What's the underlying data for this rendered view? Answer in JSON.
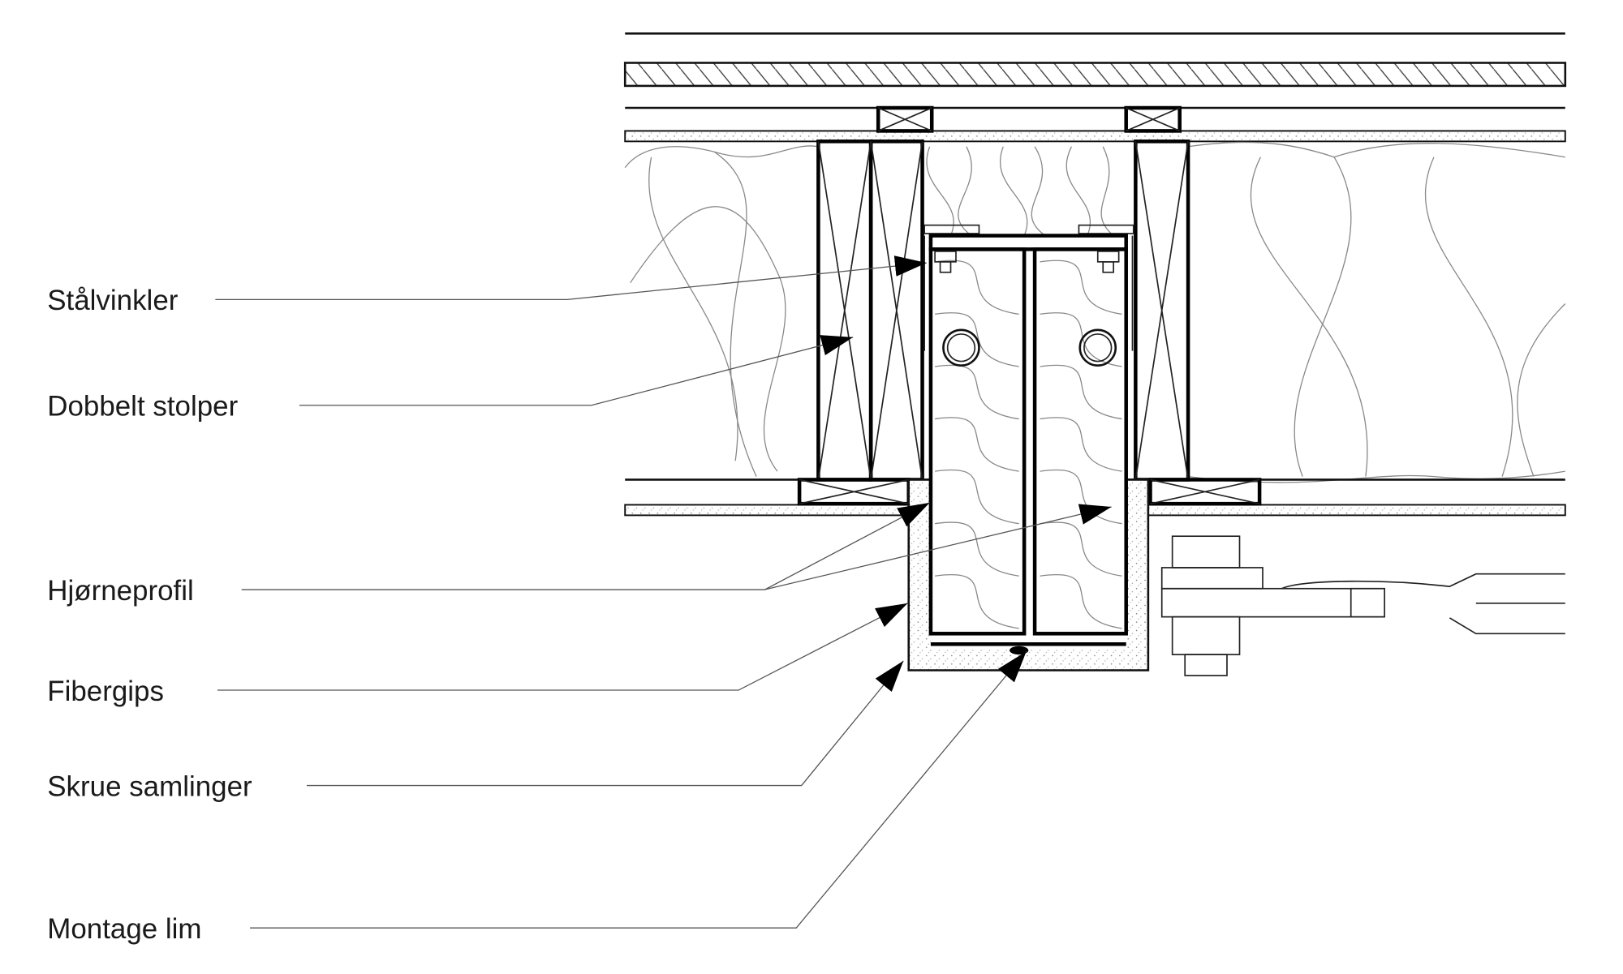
{
  "labels": {
    "stalvinkler": "Stålvinkler",
    "dobbelt_stolper": "Dobbelt stolper",
    "hjorneprofil": "Hjørneprofil",
    "fibergips": "Fibergips",
    "skrue_samlinger": "Skrue samlinger",
    "montage_lim": "Montage lim"
  }
}
